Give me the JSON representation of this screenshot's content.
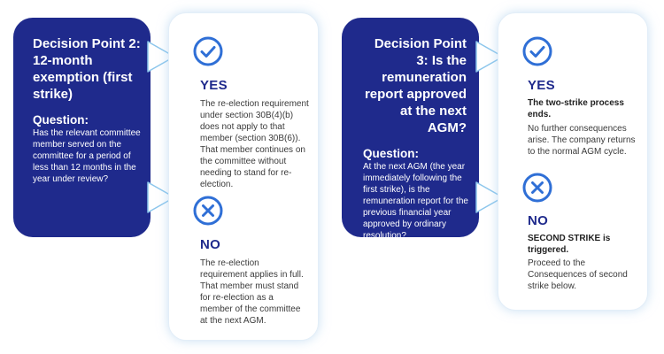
{
  "dp2": {
    "title": "Decision Point 2: 12-month exemption (first strike)",
    "question_label": "Question:",
    "question_text": "Has the relevant committee member served on the committee for a period of less than 12 months in the year under review?"
  },
  "ans2": {
    "yes_label": "YES",
    "yes_text": "The re-election requirement under section 30B(4)(b) does not apply to that member (section 30B(6)). That member continues on the committee without needing to stand for re-election.",
    "no_label": "NO",
    "no_text": "The re-election requirement applies in full. That member must stand for re-election as a member of the committee at the next AGM."
  },
  "dp3": {
    "title": "Decision Point 3: Is the remuneration report approved at the next AGM?",
    "question_label": "Question:",
    "question_text": "At the next AGM (the year immediately following the first strike), is the remuneration report for the previous financial year approved by ordinary resolution?"
  },
  "ans3": {
    "yes_label": "YES",
    "yes_bold": "The two-strike process ends.",
    "yes_text": "No further consequences arise. The company returns to the normal AGM cycle.",
    "no_label": "NO",
    "no_bold": "SECOND STRIKE is triggered.",
    "no_text": "Proceed to the Consequences of second strike below."
  },
  "colors": {
    "navy": "#1f2a8c",
    "accent": "#2f6fd6",
    "outline": "#7fbfe8"
  },
  "icons": {
    "yes": "check-circle-icon",
    "no": "x-circle-icon",
    "connector": "triangle-pointer-icon"
  }
}
